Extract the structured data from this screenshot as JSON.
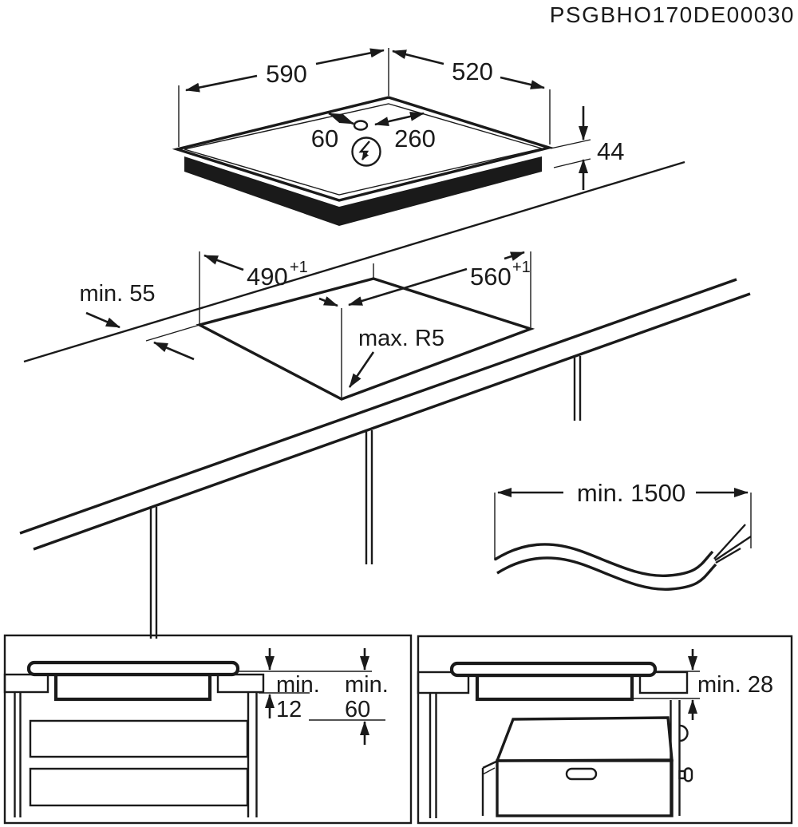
{
  "title": "PSGBHO170DE00030",
  "colors": {
    "line": "#1a1a1a",
    "background": "#ffffff"
  },
  "isometric_view": {
    "description": "hob appliance overall dimensions, isometric view",
    "width_label": "590",
    "depth_label": "520",
    "connection_offset_left": "60",
    "connection_offset_right": "260",
    "height_label": "44",
    "power_icon": "lightning-bolt-in-circle",
    "connection_point_icon": "oval-connection-point"
  },
  "cutout_view": {
    "description": "worktop cutout dimensions, perspective view",
    "cutout_depth": {
      "value": "490",
      "tolerance": "+1"
    },
    "cutout_width": {
      "value": "560",
      "tolerance": "+1"
    },
    "rear_clearance_label": "min. 55",
    "corner_radius_label": "max. R5"
  },
  "cable_view": {
    "description": "mains cable length",
    "length_label": "min. 1500",
    "cable_icon": "frayed-power-cable"
  },
  "left_panel": {
    "description": "clearance below hob to drawer / worktop cross-section",
    "dim1": {
      "prefix": "min.",
      "value": "12"
    },
    "dim2": {
      "prefix": "min.",
      "value": "60"
    }
  },
  "right_panel": {
    "description": "clearance between hob and built-under oven",
    "label": "min. 28"
  }
}
